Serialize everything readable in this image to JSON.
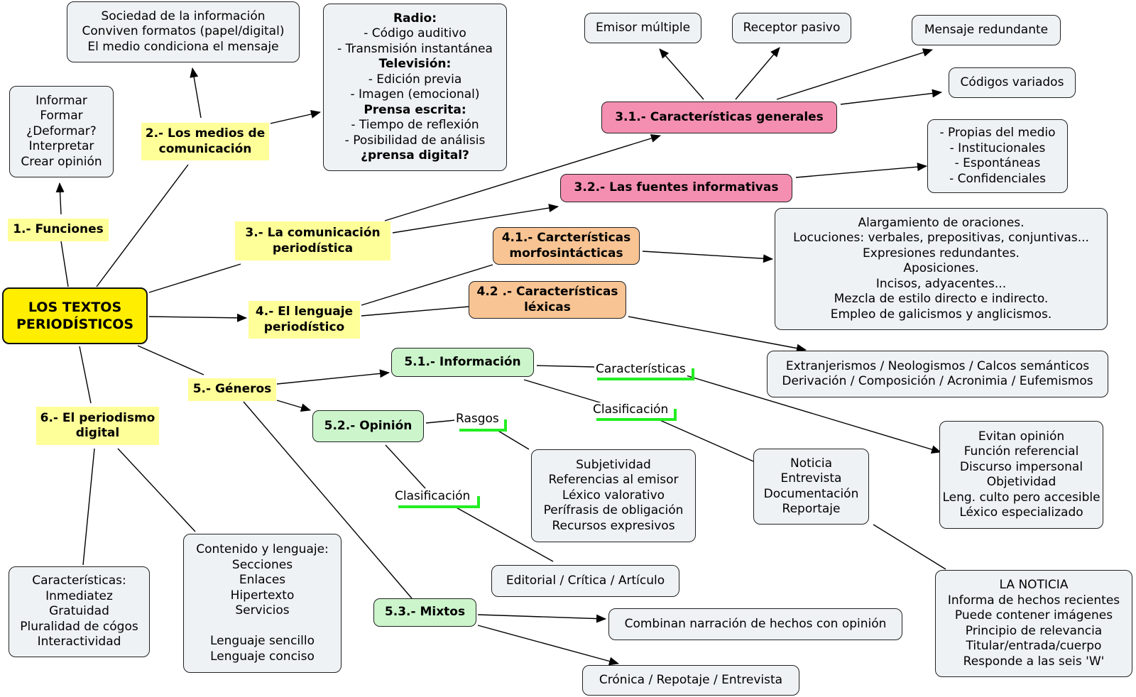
{
  "root": {
    "lines": [
      "LOS TEXTOS",
      "PERIODÍSTICOS"
    ]
  },
  "branches": {
    "funciones": {
      "label": "1.- Funciones",
      "box": [
        "Informar",
        "Formar",
        "¿Deformar?",
        "Interpretar",
        "Crear opinión"
      ]
    },
    "medios": {
      "label": [
        "2.- Los medios de",
        "comunicación"
      ],
      "intro": [
        "Sociedad de la información",
        "Conviven formatos (papel/digital)",
        "El medio condiciona el mensaje"
      ],
      "detail": [
        {
          "text": "Radio:",
          "bold": true
        },
        {
          "text": "- Código auditivo",
          "bold": false
        },
        {
          "text": "- Transmisión instantánea",
          "bold": false
        },
        {
          "text": "Televisión:",
          "bold": true
        },
        {
          "text": "- Edición previa",
          "bold": false
        },
        {
          "text": "- Imagen (emocional)",
          "bold": false
        },
        {
          "text": "Prensa escrita:",
          "bold": true
        },
        {
          "text": "- Tiempo de reflexión",
          "bold": false
        },
        {
          "text": "- Posibilidad de análisis",
          "bold": false
        },
        {
          "text": "¿prensa digital?",
          "bold": true
        }
      ]
    },
    "comunicacion": {
      "label": [
        "3.- La comunicación",
        "periodística"
      ],
      "generales": {
        "label": "3.1.- Características generales",
        "items": [
          "Emisor múltiple",
          "Receptor pasivo",
          "Mensaje redundante",
          "Códigos variados"
        ]
      },
      "fuentes": {
        "label": "3.2.- Las fuentes informativas",
        "items": [
          "- Propias del medio",
          "- Institucionales",
          "- Espontáneas",
          "- Confidenciales"
        ]
      }
    },
    "lenguaje": {
      "label": [
        "4.- El lenguaje",
        "periodístico"
      ],
      "morfo": {
        "label": [
          "4.1.- Carcterísticas",
          "morfosintácticas"
        ],
        "items": [
          "Alargamiento de oraciones.",
          "Locuciones: verbales, prepositivas, conjuntivas...",
          "Expresiones redundantes.",
          "Aposiciones.",
          "Incisos, adyacentes...",
          "Mezcla de estilo directo e indirecto.",
          "Empleo de galicismos y anglicismos."
        ]
      },
      "lexicas": {
        "label": [
          "4.2 .- Características",
          "léxicas"
        ],
        "items": [
          "Extranjerismos / Neologismos / Calcos semánticos",
          "Derivación / Composición / Acronimia / Eufemismos"
        ]
      }
    },
    "generos": {
      "label": "5.- Géneros",
      "informacion": {
        "label": "5.1.- Información",
        "caracteristicas_label": "Características",
        "caracteristicas": [
          "Evitan opinión",
          "Función referencial",
          "Discurso impersonal",
          "Objetividad",
          "Leng. culto pero accesible",
          "Léxico especializado"
        ],
        "clasificacion_label": "Clasificación",
        "clasificacion": [
          "Noticia",
          "Entrevista",
          "Documentación",
          "Reportaje"
        ],
        "noticia": [
          "LA NOTICIA",
          "Informa de hechos recientes",
          "Puede contener imágenes",
          "Principio de relevancia",
          "Titular/entrada/cuerpo",
          "Responde a las seis 'W'"
        ]
      },
      "opinion": {
        "label": "5.2.- Opinión",
        "rasgos_label": "Rasgos",
        "rasgos": [
          "Subjetividad",
          "Referencias al emisor",
          "Léxico valorativo",
          "Perífrasis de obligación",
          "Recursos expresivos"
        ],
        "clasificacion_label": "Clasificación",
        "clasificacion": "Editorial / Crítica / Artículo"
      },
      "mixtos": {
        "label": "5.3.- Mixtos",
        "desc": "Combinan narración de hechos con opinión",
        "tipos": "Crónica / Repotaje / Entrevista"
      }
    },
    "digital": {
      "label": [
        "6.- El periodismo",
        "digital"
      ],
      "caracteristicas": [
        "Características:",
        "Inmediatez",
        "Gratuidad",
        "Pluralidad de cógos",
        "Interactividad"
      ],
      "contenido": [
        "Contenido y lenguaje:",
        "Secciones",
        "Enlaces",
        "Hipertexto",
        "Servicios",
        "",
        "Lenguaje sencillo",
        "Lenguaje conciso"
      ]
    }
  },
  "colors": {
    "root": "#ffee00",
    "branch": "#ffff99",
    "box": "#eef2f4",
    "pink": "#f48fb1",
    "orange": "#f8c493",
    "green": "#ccf5cc",
    "marker": "#22ee22"
  }
}
